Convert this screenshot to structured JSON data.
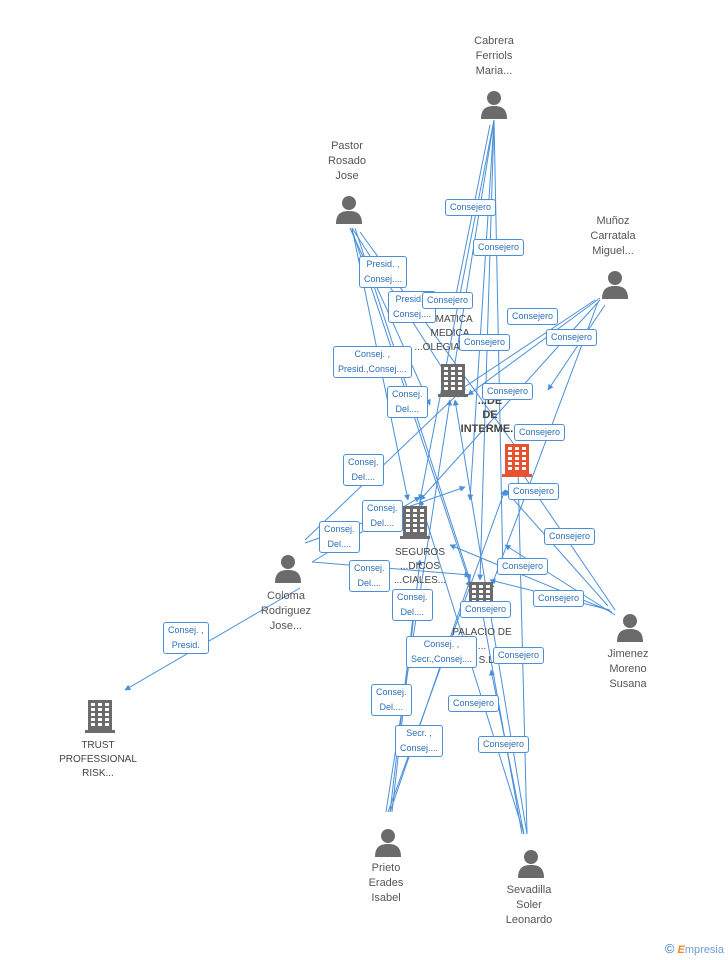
{
  "persons": [
    {
      "id": "cabrera",
      "label": "Cabrera\nFerriols\nMaria..."
    },
    {
      "id": "pastor",
      "label": "Pastor\nRosado\nJose"
    },
    {
      "id": "munoz",
      "label": "Muñoz\nCarratala\nMiguel..."
    },
    {
      "id": "coloma",
      "label": "Coloma\nRodriguez\nJose..."
    },
    {
      "id": "jimenez",
      "label": "Jimenez\nMoreno\nSusana"
    },
    {
      "id": "prieto",
      "label": "Prieto\nErades\nIsabel"
    },
    {
      "id": "sevadilla",
      "label": "Sevadilla\nSoler\nLeonardo"
    }
  ],
  "companies": [
    {
      "id": "informatica",
      "label": "...MATICA\nMEDICA\n...OLEGIAL S.L."
    },
    {
      "id": "intermed",
      "label": "...DE\nDE\nINTERME...",
      "highlight": true
    },
    {
      "id": "seguros",
      "label": "SEGUROS\n...DICOS\n...CIALES..."
    },
    {
      "id": "palacio",
      "label": "PALACIO DE\n...\n... S.L."
    },
    {
      "id": "trust",
      "label": "TRUST\nPROFESSIONAL\nRISK..."
    }
  ],
  "edge_labels": [
    {
      "id": "e1",
      "text": "Consejero"
    },
    {
      "id": "e2",
      "text": "Consejero"
    },
    {
      "id": "e3",
      "text": "Presid. ,\nConsej...."
    },
    {
      "id": "e4",
      "text": "Presid. ,\nConsej...."
    },
    {
      "id": "e5",
      "text": "Consejero"
    },
    {
      "id": "e6",
      "text": "Consejero"
    },
    {
      "id": "e7",
      "text": "Consejero"
    },
    {
      "id": "e8",
      "text": "Consejero"
    },
    {
      "id": "e9",
      "text": "Consej. ,\nPresid.,Consej...."
    },
    {
      "id": "e10",
      "text": "Consejero"
    },
    {
      "id": "e11",
      "text": "Consej.\nDel...."
    },
    {
      "id": "e12",
      "text": "Consejero"
    },
    {
      "id": "e13",
      "text": "Consej.\nDel...."
    },
    {
      "id": "e14",
      "text": "Consejero"
    },
    {
      "id": "e15",
      "text": "Consej.\nDel...."
    },
    {
      "id": "e16",
      "text": "Consej.\nDel...."
    },
    {
      "id": "e17",
      "text": "Consejero"
    },
    {
      "id": "e18",
      "text": "Consejero"
    },
    {
      "id": "e19",
      "text": "Consej.\nDel...."
    },
    {
      "id": "e20",
      "text": "Consejero"
    },
    {
      "id": "e21",
      "text": "Consej.\nDel...."
    },
    {
      "id": "e22",
      "text": "Consejero"
    },
    {
      "id": "e23",
      "text": "Consej. ,\nPresid."
    },
    {
      "id": "e24",
      "text": "Consej. ,\nSecr.,Consej...."
    },
    {
      "id": "e25",
      "text": "Consejero"
    },
    {
      "id": "e26",
      "text": "Consej.\nDel...."
    },
    {
      "id": "e27",
      "text": "Consejero"
    },
    {
      "id": "e28",
      "text": "Secr. ,\nConsej...."
    },
    {
      "id": "e29",
      "text": "Consejero"
    }
  ],
  "footer": {
    "copyright": "©",
    "brand_first": "E",
    "brand_rest": "mpresia"
  },
  "colors": {
    "edge": "#4a90d9",
    "person": "#6b6b6b",
    "company": "#6b6b6b",
    "highlight": "#e8532f"
  }
}
